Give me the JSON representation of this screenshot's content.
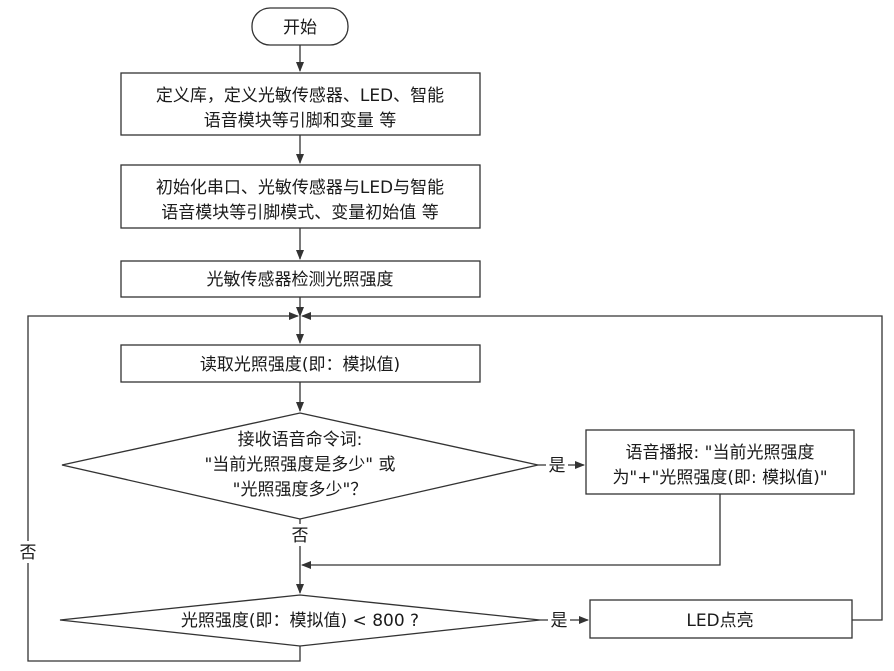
{
  "nodes": {
    "start": "开始",
    "define_line1": "定义库，定义光敏传感器、LED、智能",
    "define_line2": "语音模块等引脚和变量 等",
    "init_line1": "初始化串口、光敏传感器与LED与智能",
    "init_line2": "语音模块等引脚模式、变量初始值 等",
    "detect": "光敏传感器检测光照强度",
    "read": "读取光照强度(即：模拟值)",
    "voice_q_line1": "接收语音命令词:",
    "voice_q_line2": "\"当前光照强度是多少\" 或",
    "voice_q_line3": "\"光照强度多少\"？",
    "broadcast_line1": "语音播报: \"当前光照强度",
    "broadcast_line2": "为\"+\"光照强度(即: 模拟值)\"",
    "threshold_q": "光照强度(即：模拟值) < 800 ?",
    "led_on": "LED点亮"
  },
  "edge_labels": {
    "yes_voice": "是",
    "no_voice": "否",
    "yes_threshold": "是",
    "no_threshold": "否"
  }
}
